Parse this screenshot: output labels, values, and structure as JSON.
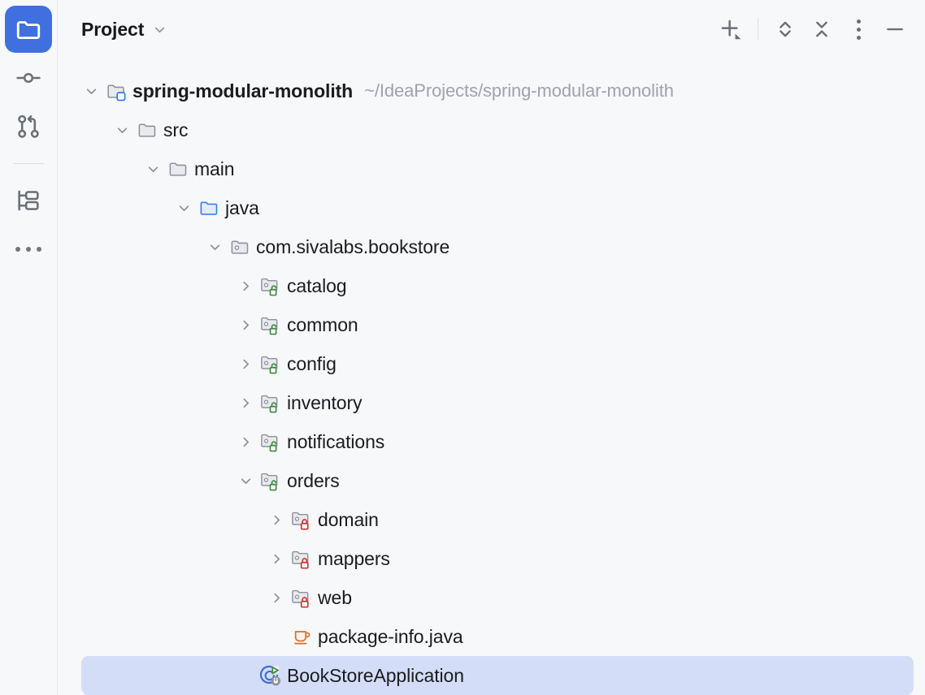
{
  "window": {
    "title": "Project",
    "title_dropdown_icon": "chevron-down-icon",
    "background_color": "#f7f8fa",
    "selection_color": "#d4ddf8",
    "accent_color": "#4070e0"
  },
  "activity_bar": {
    "items": [
      {
        "name": "project",
        "icon": "folder-icon",
        "label": "Project",
        "active": true
      },
      {
        "name": "commit",
        "icon": "commit-icon",
        "label": "Commit",
        "active": false
      },
      {
        "name": "pull-requests",
        "icon": "pull-request-icon",
        "label": "Pull Requests",
        "active": false
      },
      {
        "name": "structure",
        "icon": "structure-icon",
        "label": "Structure",
        "active": false
      },
      {
        "name": "more",
        "icon": "more-horizontal-icon",
        "label": "More Tool Windows",
        "active": false
      }
    ]
  },
  "toolbar": {
    "buttons": [
      {
        "name": "new",
        "icon": "plus-dropdown-icon",
        "label": "New"
      },
      {
        "name": "expand-collapse",
        "icon": "chevron-up-down-icon",
        "label": "Expand / Collapse"
      },
      {
        "name": "collapse-all",
        "icon": "collapse-all-icon",
        "label": "Collapse All"
      },
      {
        "name": "options",
        "icon": "more-vertical-icon",
        "label": "Options"
      },
      {
        "name": "hide",
        "icon": "minimize-icon",
        "label": "Hide"
      }
    ]
  },
  "tree": {
    "rows": [
      {
        "label": "spring-modular-monolith",
        "sublabel": "~/IdeaProjects/spring-modular-monolith",
        "icon": "project-folder-icon",
        "twisty": "expanded",
        "depth": 0,
        "bold": true,
        "selected": false
      },
      {
        "label": "src",
        "sublabel": "",
        "icon": "folder-icon",
        "twisty": "expanded",
        "depth": 1,
        "bold": false,
        "selected": false
      },
      {
        "label": "main",
        "sublabel": "",
        "icon": "folder-icon",
        "twisty": "expanded",
        "depth": 2,
        "bold": false,
        "selected": false
      },
      {
        "label": "java",
        "sublabel": "",
        "icon": "source-root-folder-icon",
        "twisty": "expanded",
        "depth": 3,
        "bold": false,
        "selected": false
      },
      {
        "label": "com.sivalabs.bookstore",
        "sublabel": "",
        "icon": "package-icon",
        "twisty": "expanded",
        "depth": 4,
        "bold": false,
        "selected": false
      },
      {
        "label": "catalog",
        "sublabel": "",
        "icon": "module-open-package-icon",
        "twisty": "collapsed",
        "depth": 5,
        "bold": false,
        "selected": false
      },
      {
        "label": "common",
        "sublabel": "",
        "icon": "module-open-package-icon",
        "twisty": "collapsed",
        "depth": 5,
        "bold": false,
        "selected": false
      },
      {
        "label": "config",
        "sublabel": "",
        "icon": "module-open-package-icon",
        "twisty": "collapsed",
        "depth": 5,
        "bold": false,
        "selected": false
      },
      {
        "label": "inventory",
        "sublabel": "",
        "icon": "module-open-package-icon",
        "twisty": "collapsed",
        "depth": 5,
        "bold": false,
        "selected": false
      },
      {
        "label": "notifications",
        "sublabel": "",
        "icon": "module-open-package-icon",
        "twisty": "collapsed",
        "depth": 5,
        "bold": false,
        "selected": false
      },
      {
        "label": "orders",
        "sublabel": "",
        "icon": "module-open-package-icon",
        "twisty": "expanded",
        "depth": 5,
        "bold": false,
        "selected": false
      },
      {
        "label": "domain",
        "sublabel": "",
        "icon": "internal-package-icon",
        "twisty": "collapsed",
        "depth": 6,
        "bold": false,
        "selected": false
      },
      {
        "label": "mappers",
        "sublabel": "",
        "icon": "internal-package-icon",
        "twisty": "collapsed",
        "depth": 6,
        "bold": false,
        "selected": false
      },
      {
        "label": "web",
        "sublabel": "",
        "icon": "internal-package-icon",
        "twisty": "collapsed",
        "depth": 6,
        "bold": false,
        "selected": false
      },
      {
        "label": "package-info.java",
        "sublabel": "",
        "icon": "java-file-icon",
        "twisty": "none",
        "depth": 6,
        "bold": false,
        "selected": false
      },
      {
        "label": "BookStoreApplication",
        "sublabel": "",
        "icon": "spring-boot-run-icon",
        "twisty": "none",
        "depth": 5,
        "bold": false,
        "selected": true
      }
    ]
  }
}
